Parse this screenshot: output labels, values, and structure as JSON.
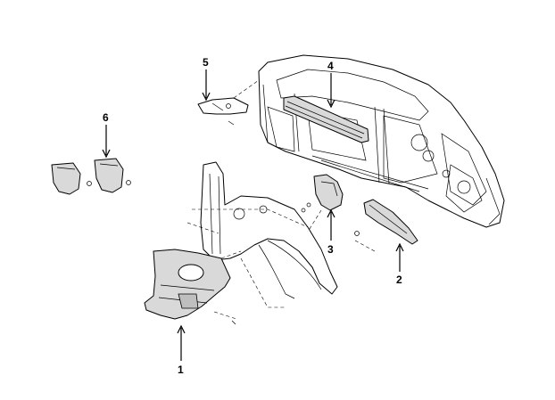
{
  "callouts": [
    {
      "id": "1",
      "label": "1"
    },
    {
      "id": "2",
      "label": "2"
    },
    {
      "id": "3",
      "label": "3"
    },
    {
      "id": "4",
      "label": "4"
    },
    {
      "id": "5",
      "label": "5"
    },
    {
      "id": "6",
      "label": "6"
    }
  ],
  "colors": {
    "line": "#000000",
    "background": "#ffffff",
    "panel_fill": "#d9d9d9"
  }
}
